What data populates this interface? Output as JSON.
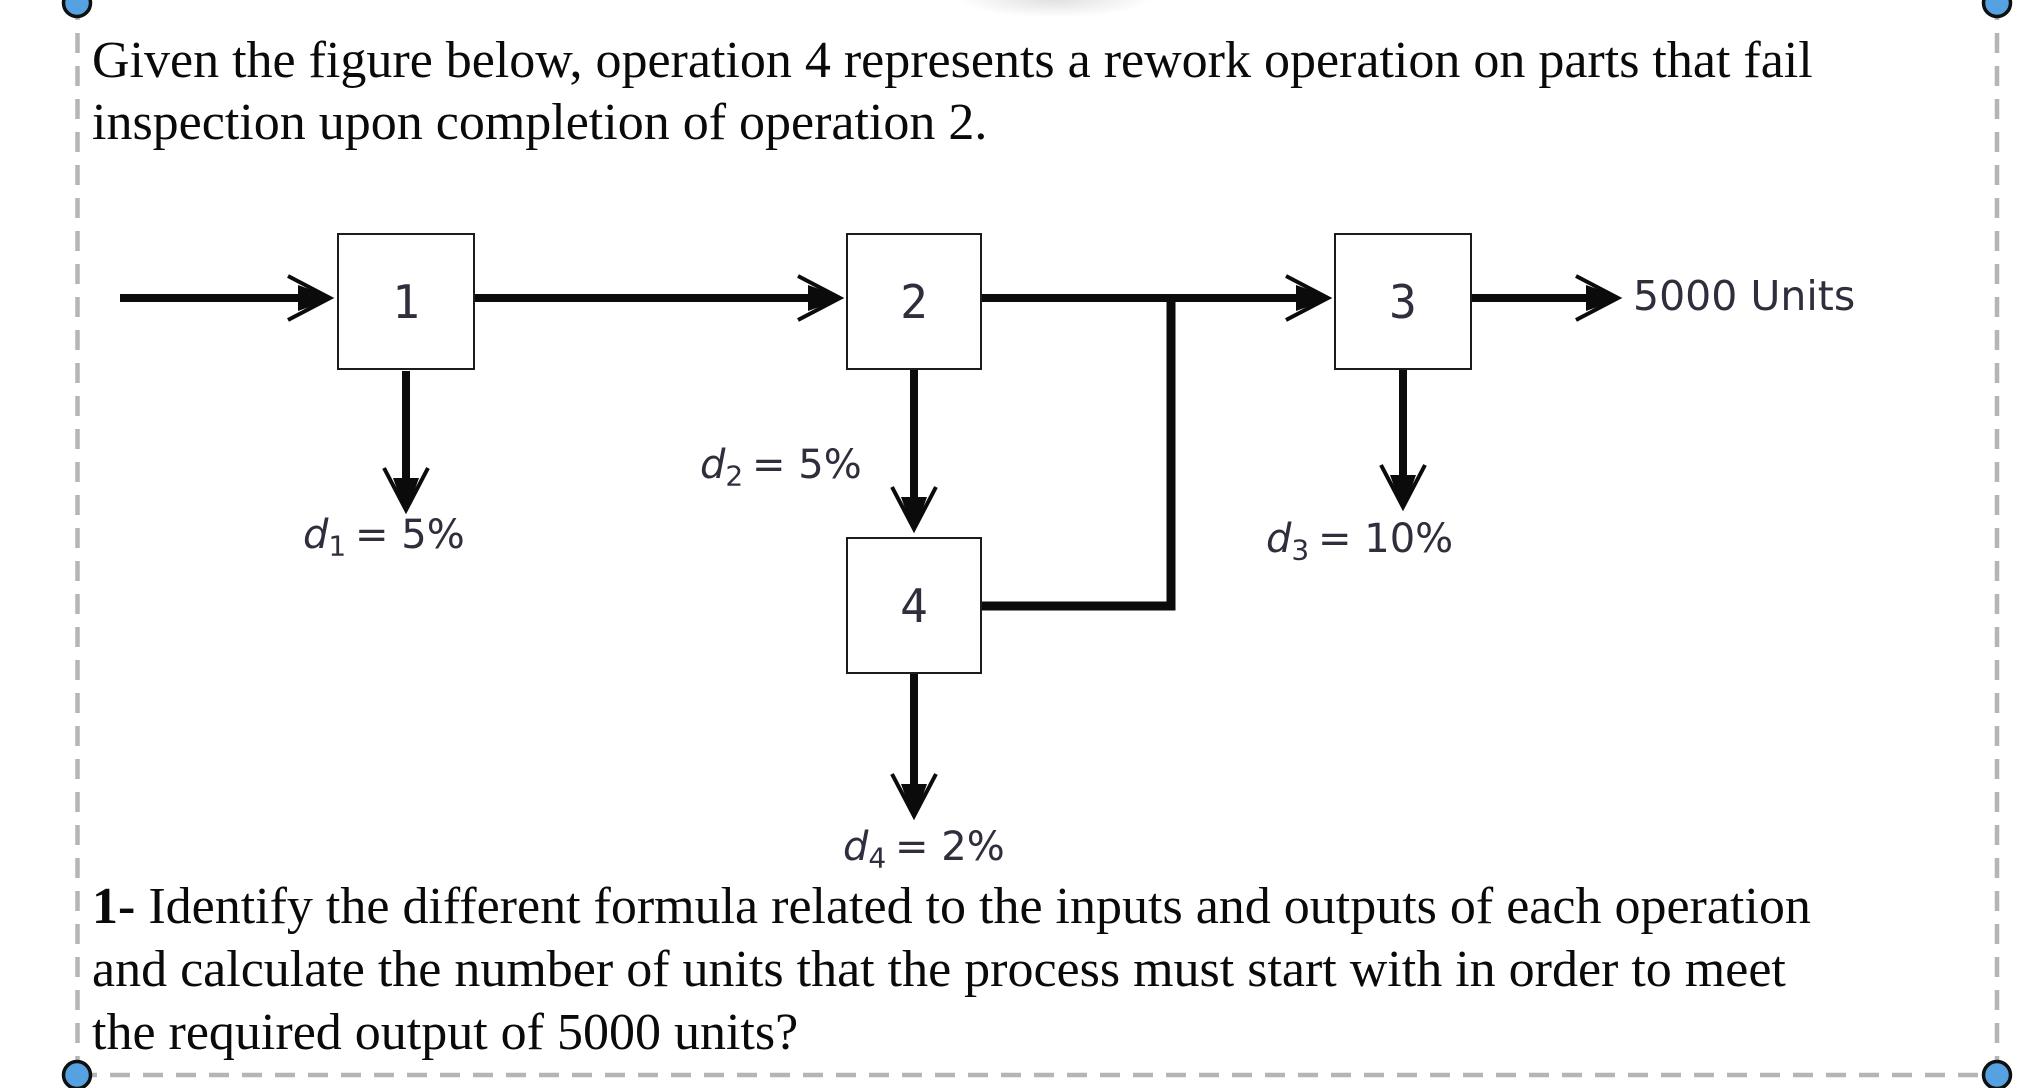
{
  "question": {
    "intro_lines": [
      "Given the figure below, operation 4 represents a rework operation on parts that fail",
      "inspection upon completion of operation 2."
    ],
    "task_bold_prefix": "1-",
    "task_line_1_rest": " Identify the different formula related to the inputs and outputs of each operation",
    "task_lines_rest": [
      "and calculate the number of units that the process must start with in order to meet",
      "the required output of 5000 units?"
    ]
  },
  "diagram": {
    "boxes": [
      {
        "label": "1"
      },
      {
        "label": "2"
      },
      {
        "label": "3"
      },
      {
        "label": "4"
      }
    ],
    "defect_labels": [
      {
        "symbol": "d",
        "subscript": "1",
        "value": "= 5%"
      },
      {
        "symbol": "d",
        "subscript": "2",
        "value": "= 5%"
      },
      {
        "symbol": "d",
        "subscript": "3",
        "value": "= 10%"
      },
      {
        "symbol": "d",
        "subscript": "4",
        "value": "= 2%"
      }
    ],
    "output_label": "5000 Units",
    "line_color": "#0b0b0b",
    "text_color": "#2e2e3c"
  },
  "selection": {
    "handle_fill": "#55a1e2",
    "handle_stroke": "#101010",
    "border_color": "#b5b5b5"
  }
}
